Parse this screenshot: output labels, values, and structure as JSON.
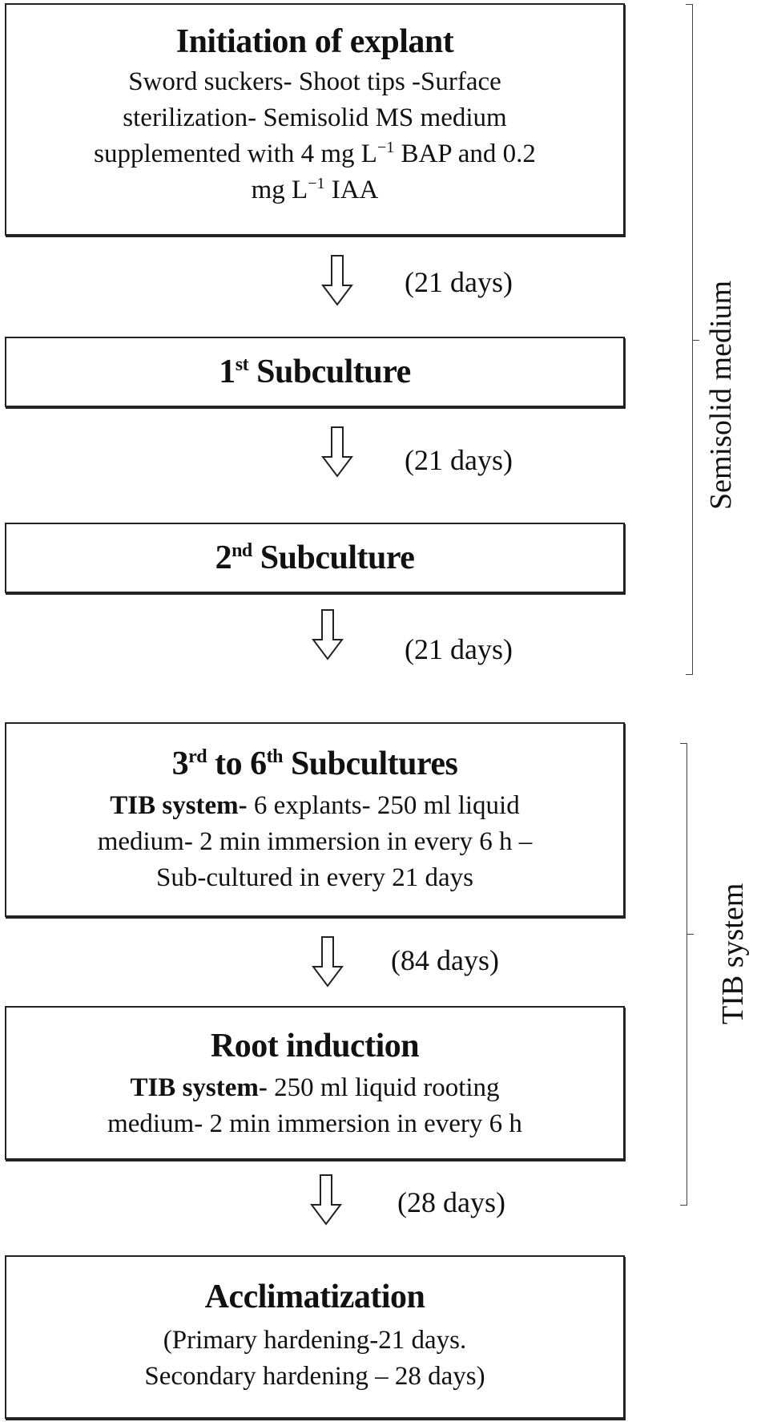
{
  "diagram": {
    "type": "flowchart",
    "steps": [
      {
        "title": "Initiation of explant",
        "lines": [
          "Sword suckers- Shoot tips -Surface",
          "sterilization- Semisolid MS medium",
          "supplemented with 4 mg L",
          "−1",
          " BAP and 0.2",
          "mg L",
          "−1",
          " IAA"
        ]
      },
      {
        "title_num": "1",
        "title_sup": "st",
        "title_rest": " Subculture"
      },
      {
        "title_num": "2",
        "title_sup": "nd",
        "title_rest": " Subculture"
      },
      {
        "title_parts": [
          "3",
          "rd",
          " to 6",
          "th",
          " Subcultures"
        ],
        "bold_lead": "TIB system-",
        "lines": [
          " 6 explants- 250 ml liquid",
          "medium- 2 min immersion in every 6 h –",
          "Sub-cultured in every 21 days"
        ]
      },
      {
        "title": "Root induction",
        "bold_lead": "TIB system-",
        "lines": [
          " 250 ml liquid rooting",
          "medium- 2 min immersion in every 6 h"
        ]
      },
      {
        "title": "Acclimatization",
        "lines": [
          "(Primary hardening-21 days.",
          "Secondary hardening – 28 days)"
        ]
      }
    ],
    "durations": [
      "(21 days)",
      "(21 days)",
      "(21 days)",
      "(84 days)",
      "(28 days)"
    ],
    "groups": [
      {
        "label": "Semisolid medium"
      },
      {
        "label": "TIB system"
      }
    ]
  }
}
